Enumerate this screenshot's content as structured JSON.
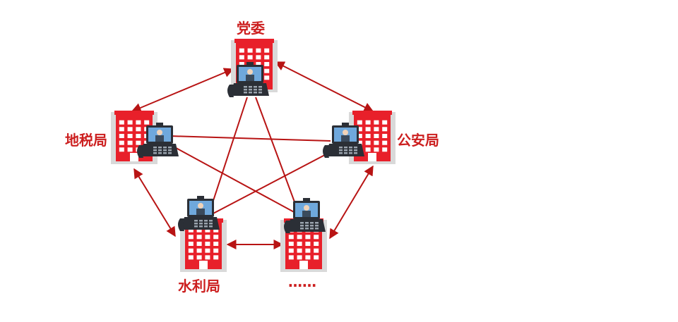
{
  "colors": {
    "accent": "#cc1f1f",
    "building": "#e8202a",
    "building_window": "#ffffff",
    "building_backdrop": "#d9d9d9",
    "link": "#b81414",
    "phone_body": "#2b2f36",
    "phone_screen": "#6fa8dc"
  },
  "nodes": {
    "party_committee": {
      "label": "党委",
      "icon": "building-with-video-phone-icon"
    },
    "tax_bureau": {
      "label": "地税局",
      "icon": "building-with-video-phone-icon"
    },
    "public_security": {
      "label": "公安局",
      "icon": "building-with-video-phone-icon"
    },
    "water_bureau": {
      "label": "水利局",
      "icon": "building-with-video-phone-icon"
    },
    "more": {
      "label": "……",
      "icon": "building-with-video-phone-icon"
    }
  },
  "links": {
    "arrowed_edges": [
      [
        "party_committee",
        "tax_bureau"
      ],
      [
        "party_committee",
        "public_security"
      ],
      [
        "tax_bureau",
        "water_bureau"
      ],
      [
        "public_security",
        "more"
      ],
      [
        "water_bureau",
        "more"
      ]
    ],
    "plain_edges": [
      [
        "party_committee",
        "water_bureau"
      ],
      [
        "party_committee",
        "more"
      ],
      [
        "tax_bureau",
        "public_security"
      ],
      [
        "tax_bureau",
        "more"
      ],
      [
        "public_security",
        "water_bureau"
      ]
    ]
  }
}
